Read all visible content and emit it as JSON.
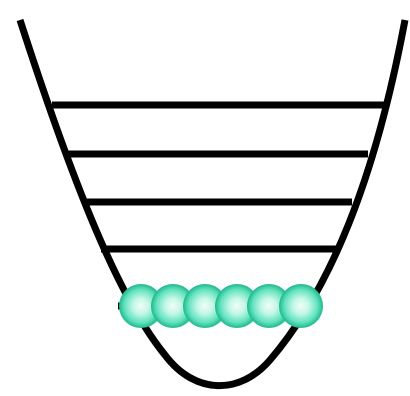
{
  "diagram": {
    "description_visible_text": "",
    "energy_levels": 5,
    "particles_in_ground_level": 6,
    "colors": {
      "background": "#ffffff",
      "stroke": "#000000",
      "particle_light": "#c6f7e8",
      "particle_mid": "#63e3be",
      "particle_dark": "#1eb88f"
    },
    "icons": {
      "potential_well": "parabola-curve",
      "particle": "sphere"
    }
  }
}
